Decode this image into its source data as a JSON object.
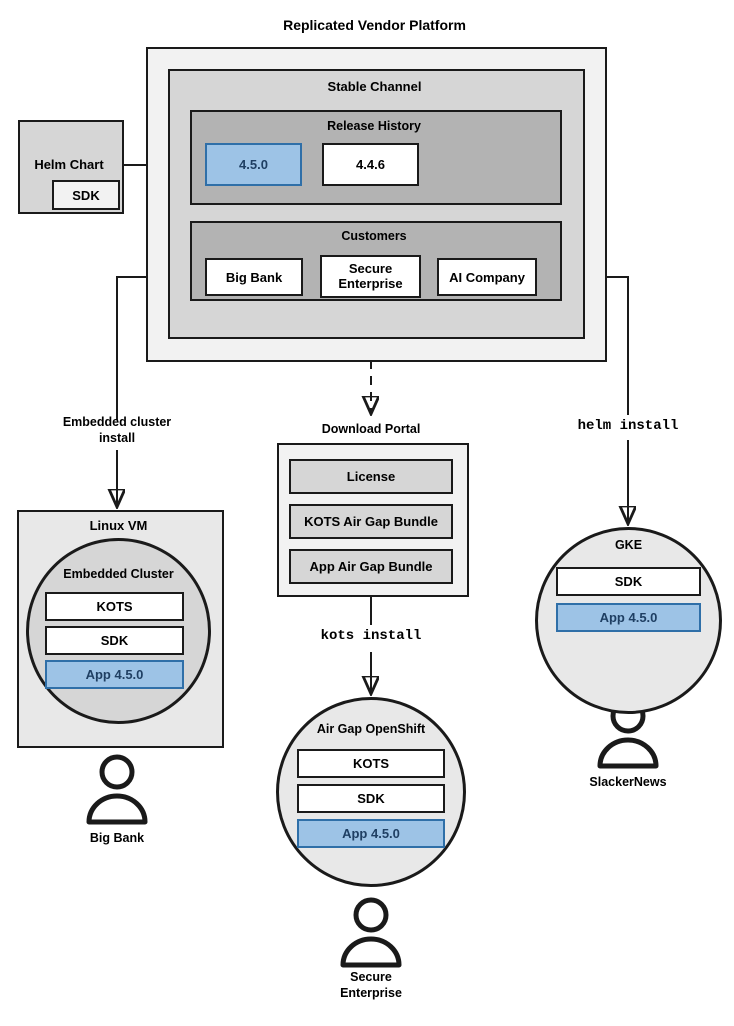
{
  "diagram": {
    "title": "Replicated Vendor Platform",
    "platform": {
      "stable_channel": {
        "title": "Stable Channel",
        "release_history": {
          "title": "Release History",
          "releases": [
            {
              "version": "4.5.0",
              "highlighted": true
            },
            {
              "version": "4.4.6",
              "highlighted": false
            }
          ]
        },
        "customers": {
          "title": "Customers",
          "items": [
            {
              "name": "Big Bank"
            },
            {
              "name": "Secure\nEnterprise"
            },
            {
              "name": "AI Company"
            }
          ]
        }
      }
    },
    "helm_chart": {
      "title": "Helm Chart",
      "sdk_label": "SDK"
    },
    "edge_labels": {
      "embedded_cluster_install": "Embedded cluster\ninstall",
      "kots_install": "kots install",
      "helm_install": "helm install"
    },
    "download_portal": {
      "title": "Download Portal",
      "artifacts": [
        {
          "label": "License"
        },
        {
          "label": "KOTS Air Gap Bundle"
        },
        {
          "label": "App Air Gap Bundle"
        }
      ]
    },
    "targets": [
      {
        "id": "linux-vm",
        "outer_title": "Linux VM",
        "inner_title": "Embedded Cluster",
        "components": [
          {
            "label": "KOTS",
            "highlighted": false
          },
          {
            "label": "SDK",
            "highlighted": false
          },
          {
            "label": "App 4.5.0",
            "highlighted": true
          }
        ],
        "persona": "Big Bank"
      },
      {
        "id": "air-gap-openshift",
        "outer_title": "",
        "inner_title": "Air Gap OpenShift",
        "components": [
          {
            "label": "KOTS",
            "highlighted": false
          },
          {
            "label": "SDK",
            "highlighted": false
          },
          {
            "label": "App 4.5.0",
            "highlighted": true
          }
        ],
        "persona": "Secure\nEnterprise"
      },
      {
        "id": "gke",
        "outer_title": "",
        "inner_title": "GKE",
        "components": [
          {
            "label": "SDK",
            "highlighted": false
          },
          {
            "label": "App 4.5.0",
            "highlighted": true
          }
        ],
        "persona": "SlackerNews"
      }
    ],
    "colors": {
      "accent_blue_fill": "#9dc3e6",
      "accent_blue_border": "#2f6fa8",
      "accent_blue_text": "#1f3f63",
      "stroke": "#1a1a1a",
      "platform_fill": "#f2f2f2",
      "channel_fill": "#d6d6d6",
      "section_fill": "#b3b3b3",
      "target_fill": "#e8e8e8"
    }
  }
}
